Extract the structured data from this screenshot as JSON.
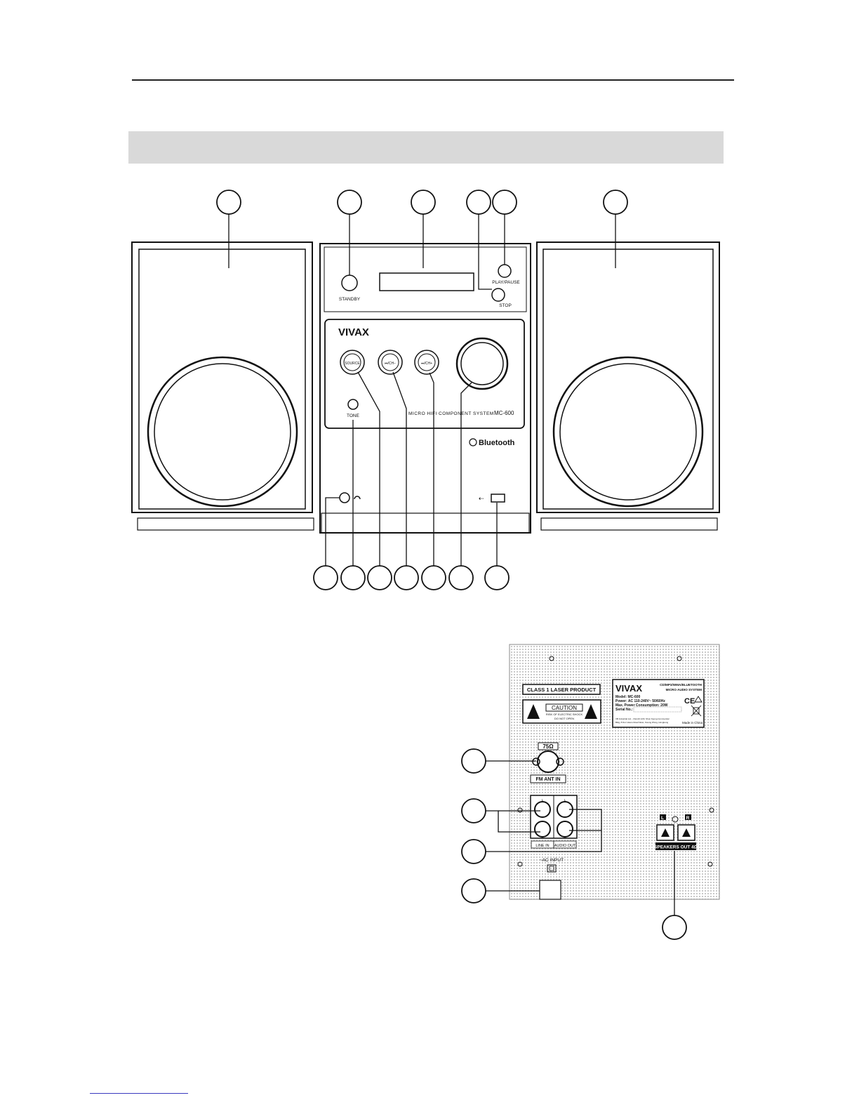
{
  "front_panel": {
    "brand": "VIVAX",
    "standby_label": "STANDBY",
    "play_pause_label": "PLAY/PAUSE",
    "stop_label": "STOP",
    "source_label": "SOURCE",
    "prev_label": "⏮/CH−",
    "next_label": "⏭/CH+",
    "tone_label": "TONE",
    "model_caption": "MICRO HIFI COMPONENT SYSTEM",
    "model_number": "MC-600",
    "bluetooth_label": "Bluetooth",
    "usb_symbol": "⇠"
  },
  "rear_panel": {
    "laser_label": "CLASS 1  LASER PRODUCT",
    "caution_label": "CAUTION",
    "caution_sub1": "RISK OF ELECTRIC SHOCK",
    "caution_sub2": "DO NOT OPEN",
    "brand": "VIVAX",
    "system_line1": "CD/MP3/WMA/BLUETOOTH",
    "system_line2": "MICRO AUDIO SYSTEM",
    "model_line": "Model: MC-600",
    "power_line": "Power: AC 110-240V~ 50/60Hz",
    "consumption_line": "Max. Power Consumption: 20W",
    "serial_line": "Serial No.:",
    "ce_mark": "CE",
    "manufacturer_line1": "VB Industrial Ltd. - Flat A9 12/F, Shun Keong Commercial",
    "manufacturer_line2": "Bldg, 8 Don Vasco Road West, Kwung Wong, Hongkong",
    "made_in": "Made in China",
    "ohm_label": "75Ω",
    "fm_label": "FM ANT IN",
    "line_in_label": "LINE IN",
    "audio_out_label": "AUDIO OUT",
    "l_label": "L",
    "r_label": "R",
    "ac_label": "~AC INPUT",
    "speaker_out_label": "SPEAKERS OUT 4Ω",
    "spk_l": "L",
    "spk_r": "R"
  }
}
